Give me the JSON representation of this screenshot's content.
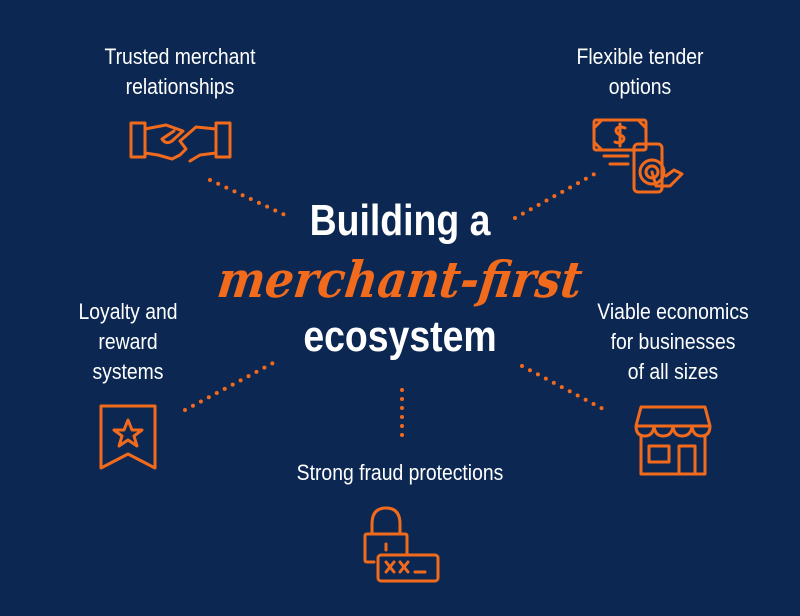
{
  "title": {
    "line1": "Building a",
    "line2": "merchant-first",
    "line3": "ecosystem"
  },
  "items": [
    {
      "label_lines": [
        "Trusted merchant",
        "relationships"
      ],
      "icon": "handshake-icon"
    },
    {
      "label_lines": [
        "Flexible tender",
        "options"
      ],
      "icon": "cash-and-tap-phone-icon"
    },
    {
      "label_lines": [
        "Loyalty and",
        "reward",
        "systems"
      ],
      "icon": "star-ribbon-icon"
    },
    {
      "label_lines": [
        "Viable economics",
        "for businesses",
        "of all sizes"
      ],
      "icon": "storefront-icon"
    },
    {
      "label_lines": [
        "Strong fraud protections"
      ],
      "icon": "lock-password-icon"
    }
  ],
  "colors": {
    "background": "#0c2852",
    "accent": "#f26a1b",
    "text": "#ffffff"
  }
}
